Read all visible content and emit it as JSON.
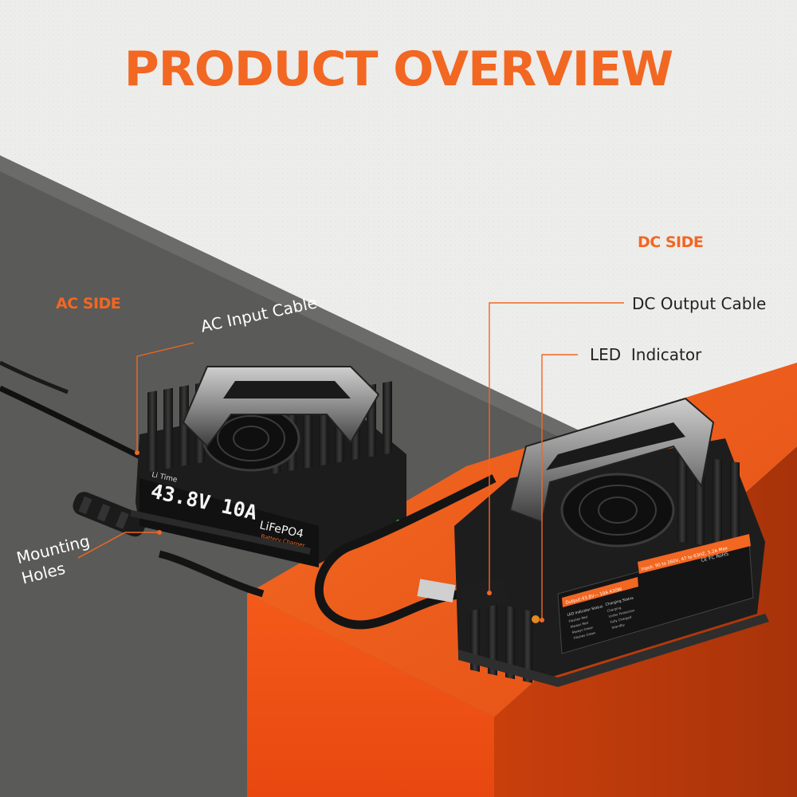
{
  "title": "PRODUCT OVERVIEW",
  "colors": {
    "accent": "#f26722",
    "dark_panel": "#5a5a58",
    "paper": "#efefed",
    "box": "#f25a1c"
  },
  "ac_side": {
    "tag": "AC SIDE",
    "callouts": {
      "input_cable": "AC Input Cable",
      "mounting_holes": "Mounting\nHoles"
    },
    "charger": {
      "brand": "Li Time",
      "rating": "43.8V 10A",
      "chemistry": "LiFePO4",
      "product_type": "Battery Charger"
    }
  },
  "dc_side": {
    "tag": "DC SIDE",
    "callouts": {
      "output_cable": "DC Output Cable",
      "led": "LED  Indicator"
    },
    "charger": {
      "input_spec": "Input: 90 to 260V, 47 to 63HZ, 5.2A Max",
      "output_spec": "Output:43.8V— 10A 430W",
      "led_header": "LED Indicator Status",
      "status_header": "Charging Status",
      "led_rows": [
        "Flashes Red",
        "Always Red",
        "Always Green",
        "Flashes Green"
      ],
      "status_rows": [
        "Charging",
        "Under Protection",
        "Fully Charged",
        "Standby"
      ],
      "cert": "CE FC RoHS"
    }
  }
}
